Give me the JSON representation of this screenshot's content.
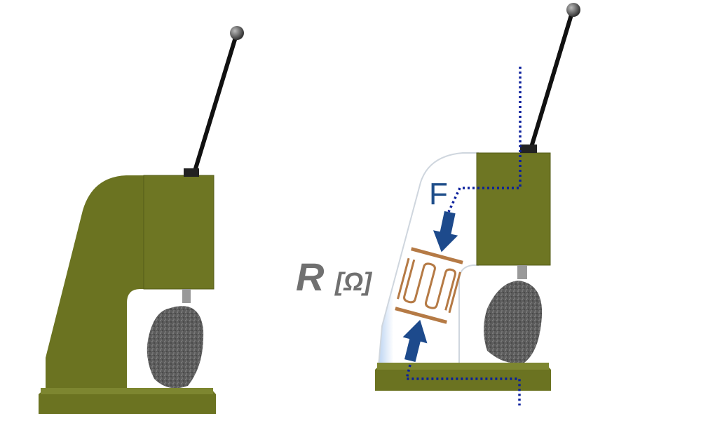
{
  "labels": {
    "force": "F",
    "resistance_symbol": "R",
    "resistance_unit": "[Ω]"
  },
  "colors": {
    "press_body": "#6b7321",
    "press_dark": "#4f5516",
    "rock": "#5a5a5a",
    "signal_path": "#0a1f9c",
    "arrow": "#1d4a8c",
    "strain_gauge": "#b57a45",
    "label_gray": "#707070"
  }
}
